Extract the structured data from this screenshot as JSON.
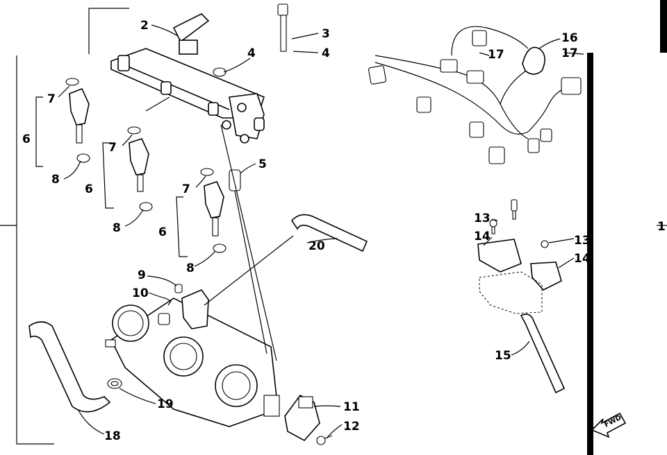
{
  "diagram": {
    "callouts": [
      {
        "id": "c2",
        "text": "2"
      },
      {
        "id": "c3",
        "text": "3"
      },
      {
        "id": "c4a",
        "text": "4"
      },
      {
        "id": "c4b",
        "text": "4"
      },
      {
        "id": "c5",
        "text": "5"
      },
      {
        "id": "c6a",
        "text": "6"
      },
      {
        "id": "c6b",
        "text": "6"
      },
      {
        "id": "c6c",
        "text": "6"
      },
      {
        "id": "c7a",
        "text": "7"
      },
      {
        "id": "c7b",
        "text": "7"
      },
      {
        "id": "c7c",
        "text": "7"
      },
      {
        "id": "c8a",
        "text": "8"
      },
      {
        "id": "c8b",
        "text": "8"
      },
      {
        "id": "c8c",
        "text": "8"
      },
      {
        "id": "c9",
        "text": "9"
      },
      {
        "id": "c10",
        "text": "10"
      },
      {
        "id": "c11",
        "text": "11"
      },
      {
        "id": "c12",
        "text": "12"
      },
      {
        "id": "c13a",
        "text": "13"
      },
      {
        "id": "c13b",
        "text": "13"
      },
      {
        "id": "c14a",
        "text": "14"
      },
      {
        "id": "c14b",
        "text": "14"
      },
      {
        "id": "c15",
        "text": "15"
      },
      {
        "id": "c16",
        "text": "16"
      },
      {
        "id": "c17a",
        "text": "17"
      },
      {
        "id": "c17b",
        "text": "17"
      },
      {
        "id": "c18",
        "text": "18"
      },
      {
        "id": "c19",
        "text": "19"
      },
      {
        "id": "c20",
        "text": "20"
      },
      {
        "id": "c1",
        "text": "1"
      }
    ],
    "fwd_label": "FWD"
  }
}
